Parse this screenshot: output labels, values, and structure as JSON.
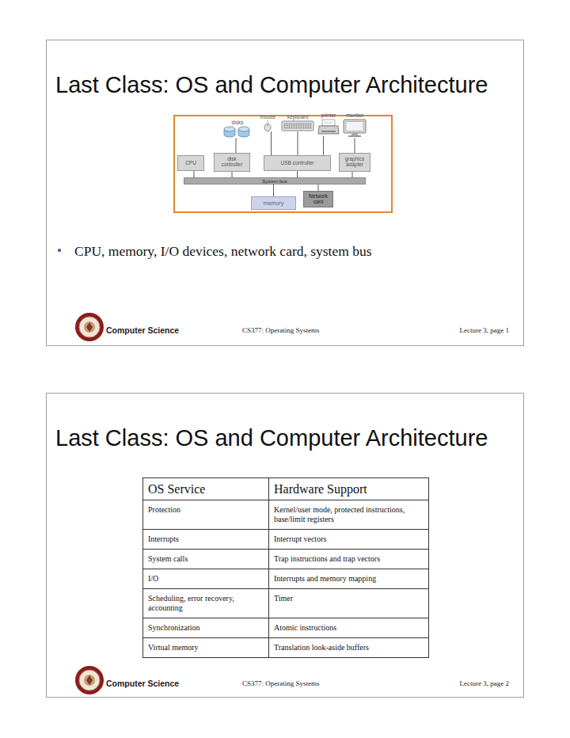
{
  "diagram": {
    "title": "Last Class: OS and Computer Architecture",
    "nodes": [
      {
        "text": [
          "mouse"
        ]
      },
      {
        "text": [
          "keyboard"
        ]
      },
      {
        "text": [
          "printer"
        ]
      },
      {
        "text": [
          "monitor"
        ]
      },
      {
        "text": [
          "disks"
        ]
      },
      {
        "text": [
          "CPU"
        ]
      },
      {
        "text": [
          "disk controller"
        ]
      },
      {
        "text": [
          "USB controller"
        ]
      },
      {
        "text": [
          "graphics adapter"
        ]
      },
      {
        "text": [
          "System bus"
        ]
      },
      {
        "text": [
          "Network card"
        ]
      },
      {
        "text": [
          "memory"
        ]
      }
    ],
    "edges": [
      {
        "from": 4,
        "to": 6,
        "arrow": "none"
      },
      {
        "from": 0,
        "to": 7,
        "arrow": "none"
      },
      {
        "from": 1,
        "to": 7,
        "arrow": "none"
      },
      {
        "from": 2,
        "to": 7,
        "arrow": "none"
      },
      {
        "from": 3,
        "to": 8,
        "arrow": "none"
      },
      {
        "from": 5,
        "to": 9,
        "arrow": "none"
      },
      {
        "from": 6,
        "to": 9,
        "arrow": "none"
      },
      {
        "from": 7,
        "to": 9,
        "arrow": "none"
      },
      {
        "from": 8,
        "to": 9,
        "arrow": "none"
      },
      {
        "from": 9,
        "to": 10,
        "arrow": "none"
      },
      {
        "from": 9,
        "to": 11,
        "arrow": "none"
      }
    ],
    "labels": [
      "•",
      "CPU, memory, I/O devices, network card, system bus",
      "Computer Science",
      "CS377: Operating Systems",
      "Lecture 3, page 1",
      "Last Class: OS and Computer Architecture",
      "OS Service",
      "Hardware Support",
      "Protection",
      "Kernel/user mode, protected instructions, base/limit registers",
      "Interrupts",
      "Interrupt vectors",
      "System calls",
      "Trap instructions and trap vectors",
      "I/O",
      "Interrupts and memory mapping",
      "Scheduling, error recovery, accounting",
      "Timer",
      "Synchronization",
      "Atomic instructions",
      "Virtual memory",
      "Translation look-aside buffers",
      "Computer Science",
      "CS377: Operating Systems",
      "Lecture 3, page 2"
    ]
  }
}
